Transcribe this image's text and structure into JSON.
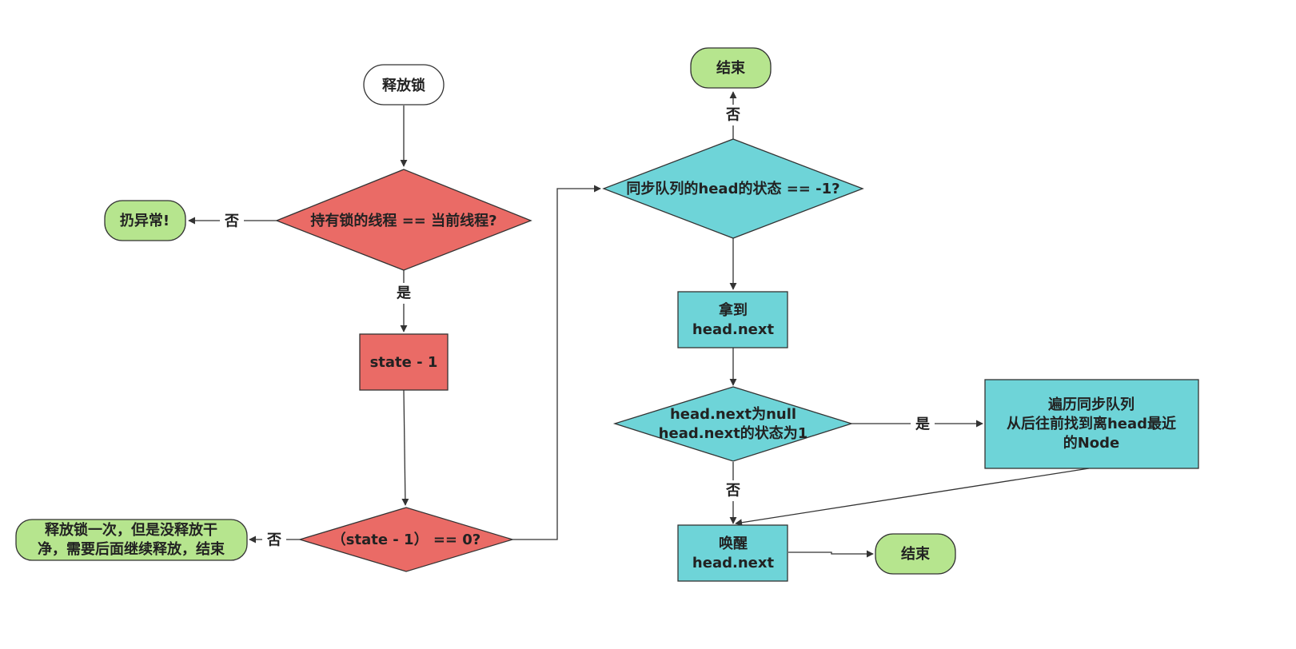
{
  "colors": {
    "red_fill": "#EA6B66",
    "teal_fill": "#6ED4D8",
    "green_fill": "#B6E58E",
    "white_fill": "#FFFFFF",
    "stroke": "#333333",
    "text": "#222222"
  },
  "nodes": {
    "release_lock": {
      "lines": [
        "释放锁"
      ]
    },
    "check_owner": {
      "lines": [
        "持有锁的线程 == 当前线程?"
      ]
    },
    "throw_exception": {
      "lines": [
        "扔异常!"
      ]
    },
    "state_minus_one": {
      "lines": [
        "state - 1"
      ]
    },
    "state_zero_check": {
      "lines": [
        "（state - 1） == 0?"
      ]
    },
    "released_once": {
      "lines": [
        "释放锁一次，但是没释放干",
        "净，需要后面继续释放，结束"
      ]
    },
    "head_state_check": {
      "lines": [
        "同步队列的head的状态 == -1?"
      ]
    },
    "end_top": {
      "lines": [
        "结束"
      ]
    },
    "get_head_next": {
      "lines": [
        "拿到",
        "head.next"
      ]
    },
    "head_next_check": {
      "lines": [
        "head.next为null",
        "head.next的状态为1"
      ]
    },
    "traverse_queue": {
      "lines": [
        "遍历同步队列",
        "从后往前找到离head最近",
        "的Node"
      ]
    },
    "wake_head_next": {
      "lines": [
        "唤醒",
        "head.next"
      ]
    },
    "end_bottom": {
      "lines": [
        "结束"
      ]
    }
  },
  "edge_labels": {
    "owner_no": "否",
    "owner_yes": "是",
    "zero_no": "否",
    "head_state_no": "否",
    "next_check_yes": "是",
    "next_check_no": "否"
  }
}
